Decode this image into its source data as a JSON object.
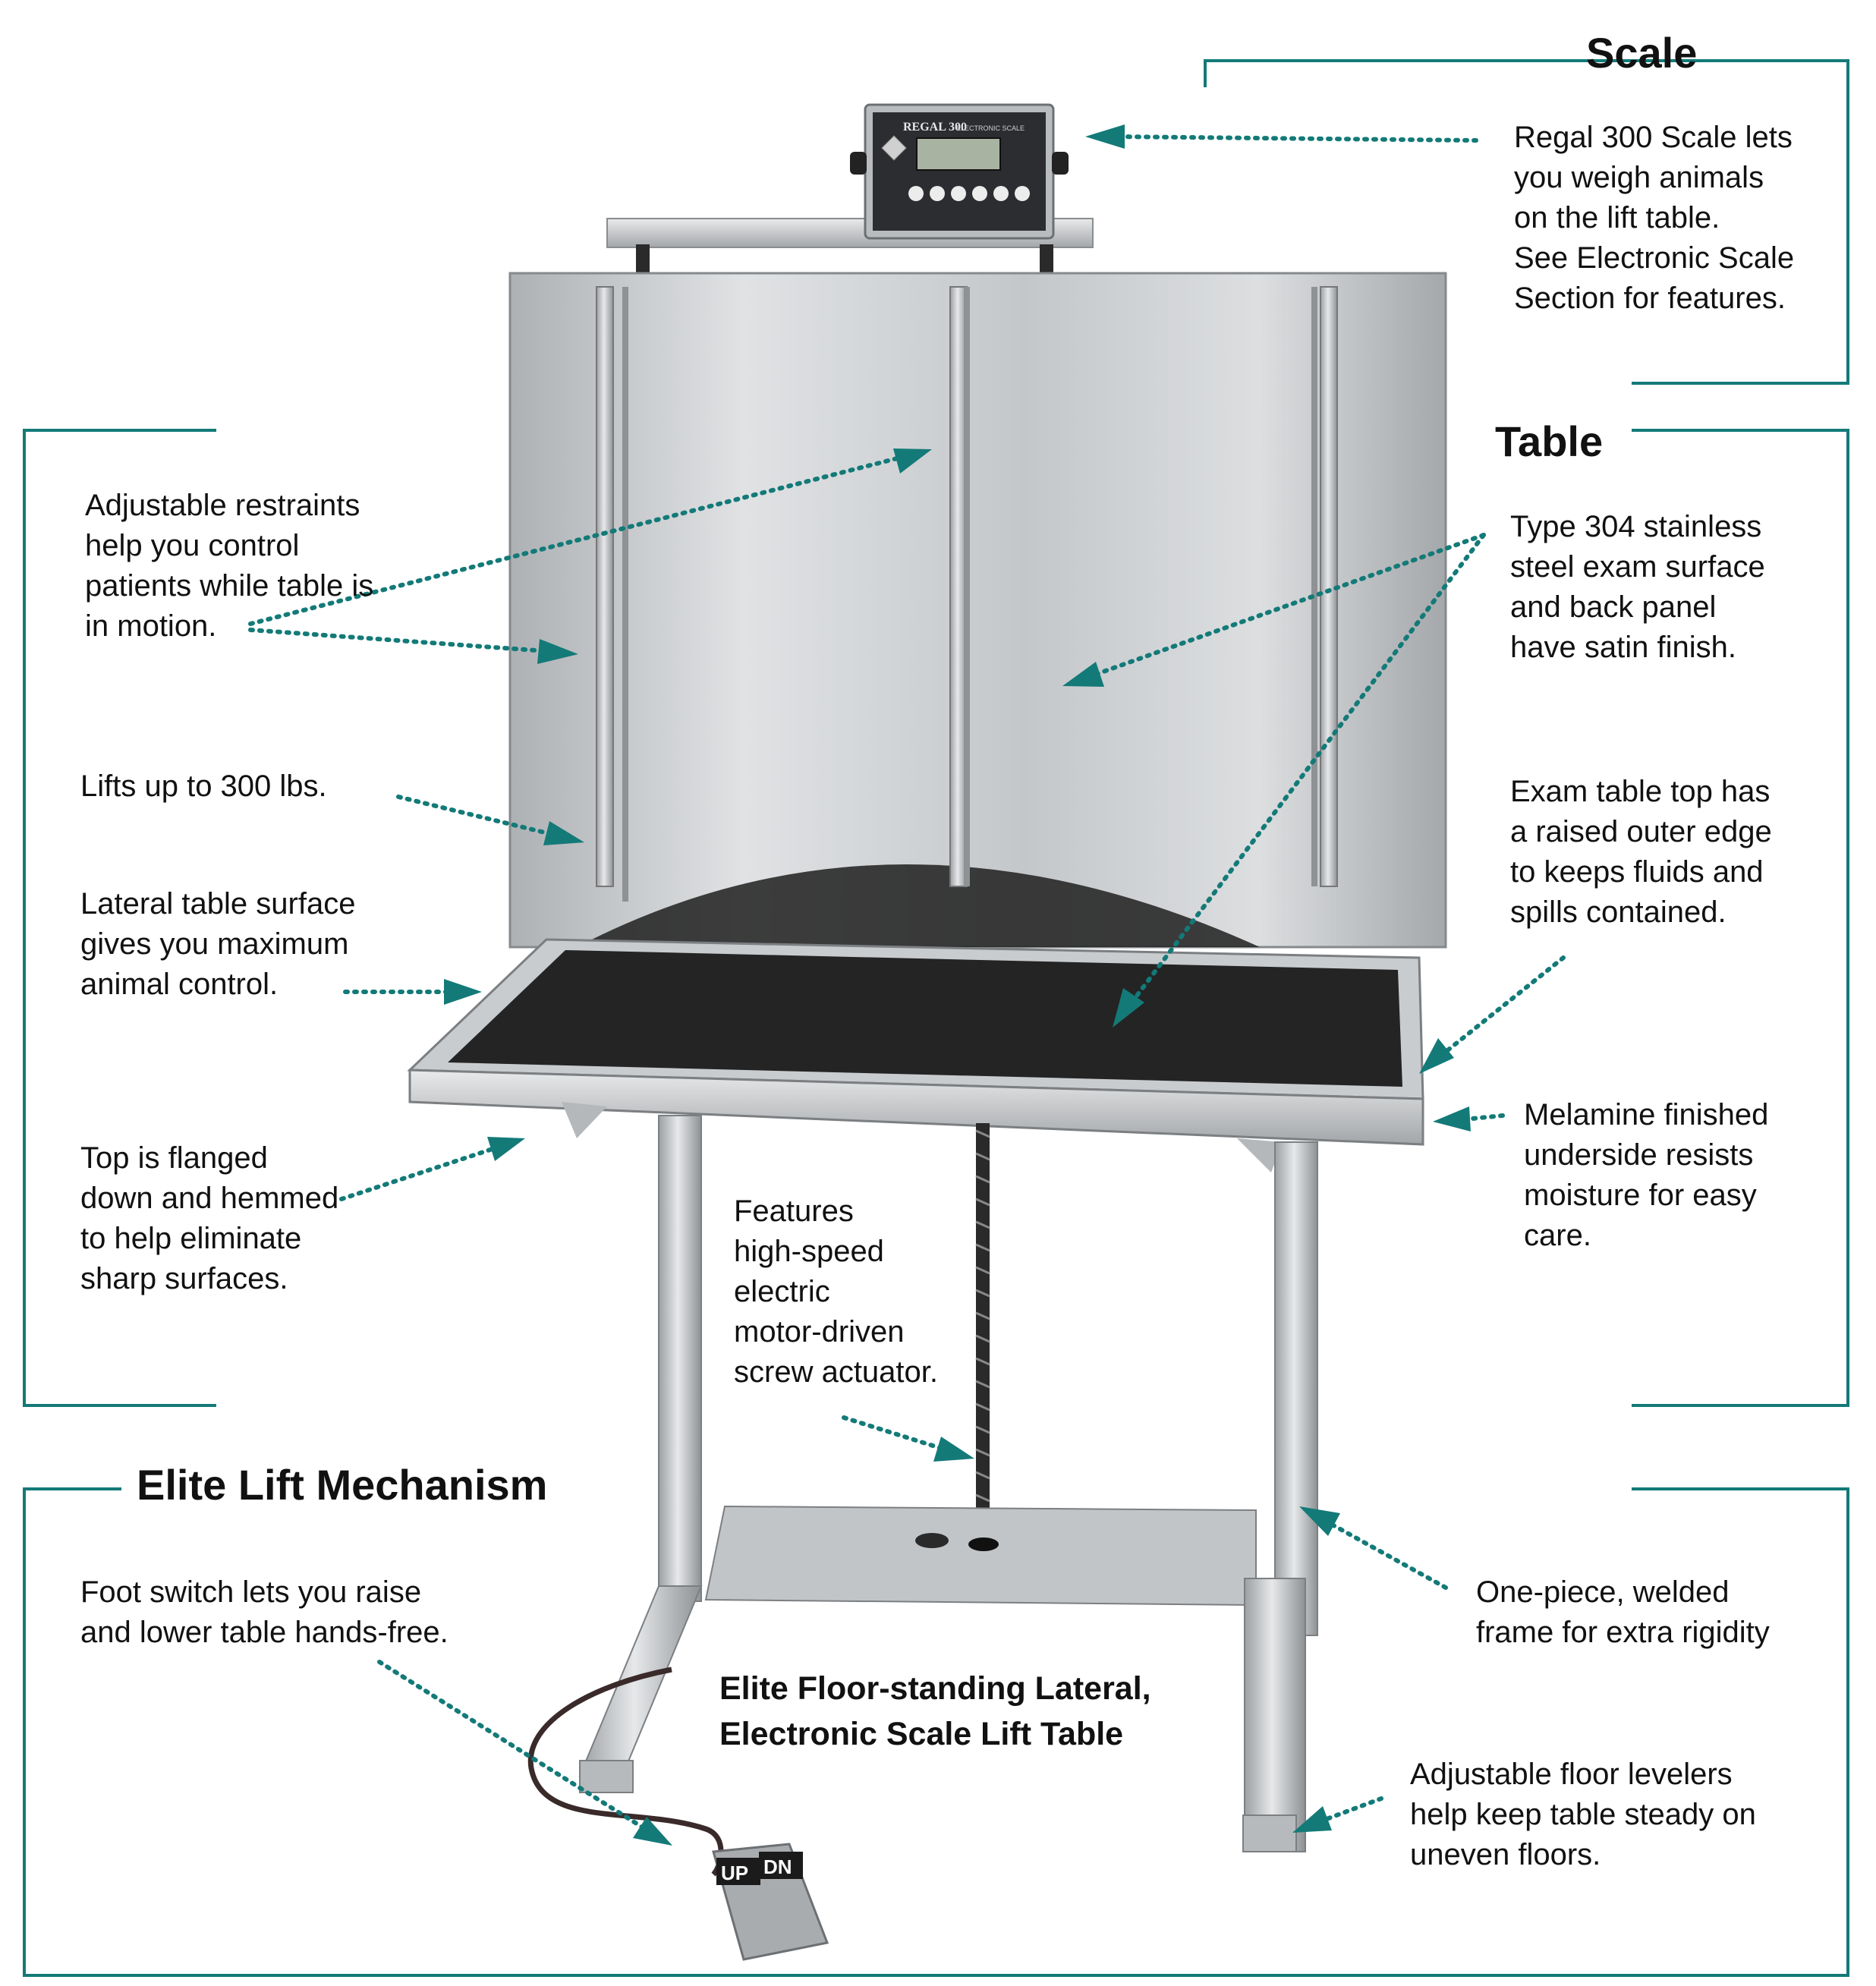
{
  "colors": {
    "accent": "#137a78",
    "steel": "#c9cccf",
    "mat": "#242424"
  },
  "headings": {
    "scale": "Scale",
    "table": "Table",
    "lift": "Elite Lift Mechanism"
  },
  "callouts": {
    "scale": "Regal 300 Scale lets\nyou weigh animals\non the lift table.\nSee Electronic Scale\nSection for features.",
    "restraints": "Adjustable restraints\nhelp you control\npatients while table is\nin motion.",
    "stainless": "Type 304 stainless\nsteel exam surface\nand back panel\nhave satin finish.",
    "lifts": "Lifts up to 300 lbs.",
    "raised_edge": "Exam table top has\na raised outer edge\nto keeps fluids and\nspills contained.",
    "lateral": "Lateral table surface\ngives you maximum\nanimal control.",
    "melamine": "Melamine finished\nunderside resists\nmoisture for easy\ncare.",
    "flanged": "Top is flanged\ndown and hemmed\nto help eliminate\nsharp surfaces.",
    "actuator": "Features\nhigh-speed\nelectric\nmotor-driven\nscrew actuator.",
    "foot_switch": "Foot switch lets you raise\nand lower table hands-free.",
    "frame": "One-piece, welded\nframe for extra rigidity",
    "levelers": "Adjustable floor levelers\nhelp keep table steady on\nuneven floors."
  },
  "caption": "Elite Floor-standing Lateral,\nElectronic Scale Lift Table",
  "device": {
    "scale_brand": "REGAL 300",
    "scale_model": "ELECTRONIC SCALE",
    "pedal_up": "UP",
    "pedal_down": "DN"
  }
}
